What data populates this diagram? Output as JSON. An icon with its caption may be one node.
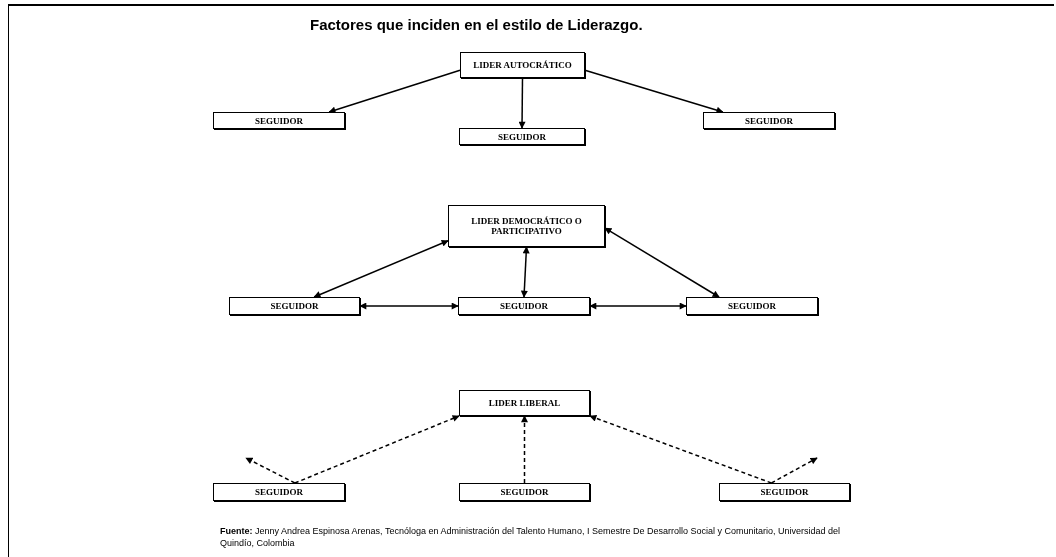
{
  "diagram": {
    "title": "Factores que inciden en el estilo de Liderazgo.",
    "caption": "**Fuente:** Jenny Andrea Espinosa Arenas, Tecnóloga en Administración del Talento Humano, I Semestre De Desarrollo Social y Comunitario, Universidad del Quindío, Colombia",
    "nodes": [
      {
        "text": [
          "LIDER AUTOCRÁTICO"
        ]
      },
      {
        "text": [
          "SEGUIDOR"
        ]
      },
      {
        "text": [
          "SEGUIDOR"
        ]
      },
      {
        "text": [
          "SEGUIDOR"
        ]
      },
      {
        "text": [
          "LIDER DEMOCRÁTICO O PARTICIPATIVO"
        ]
      },
      {
        "text": [
          "SEGUIDOR"
        ]
      },
      {
        "text": [
          "SEGUIDOR"
        ]
      },
      {
        "text": [
          "SEGUIDOR"
        ]
      },
      {
        "text": [
          "LIDER LIBERAL"
        ]
      },
      {
        "text": [
          "SEGUIDOR"
        ]
      },
      {
        "text": [
          "SEGUIDOR"
        ]
      },
      {
        "text": [
          "SEGUIDOR"
        ]
      }
    ],
    "edges": [
      {
        "from": 0,
        "to": 1,
        "arrow": "to"
      },
      {
        "from": 0,
        "to": 2,
        "arrow": "to"
      },
      {
        "from": 0,
        "to": 3,
        "arrow": "to"
      },
      {
        "from": 4,
        "to": 5,
        "arrow": "both"
      },
      {
        "from": 4,
        "to": 6,
        "arrow": "both"
      },
      {
        "from": 4,
        "to": 7,
        "arrow": "both"
      },
      {
        "from": 5,
        "to": 6,
        "arrow": "both"
      },
      {
        "from": 6,
        "to": 7,
        "arrow": "both"
      },
      {
        "from": 9,
        "to": 8,
        "arrow": "to",
        "style": "dashed"
      },
      {
        "from": 10,
        "to": 8,
        "arrow": "to",
        "style": "dashed"
      },
      {
        "from": 11,
        "to": 8,
        "arrow": "to",
        "style": "dashed"
      },
      {
        "from": 9,
        "to": null,
        "arrow": "to",
        "style": "dashed"
      },
      {
        "from": 11,
        "to": null,
        "arrow": "to",
        "style": "dashed"
      }
    ]
  }
}
